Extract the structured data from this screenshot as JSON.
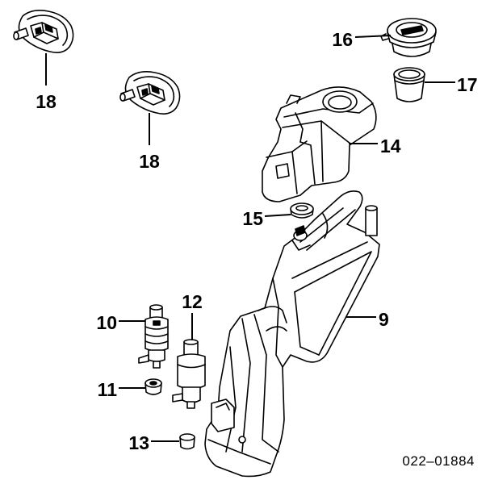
{
  "figure_code": "022–01884",
  "callouts": [
    "18",
    "18",
    "16",
    "17",
    "14",
    "15",
    "9",
    "10",
    "12",
    "11",
    "13"
  ],
  "colors": {
    "line": "#000000",
    "background": "#ffffff"
  }
}
